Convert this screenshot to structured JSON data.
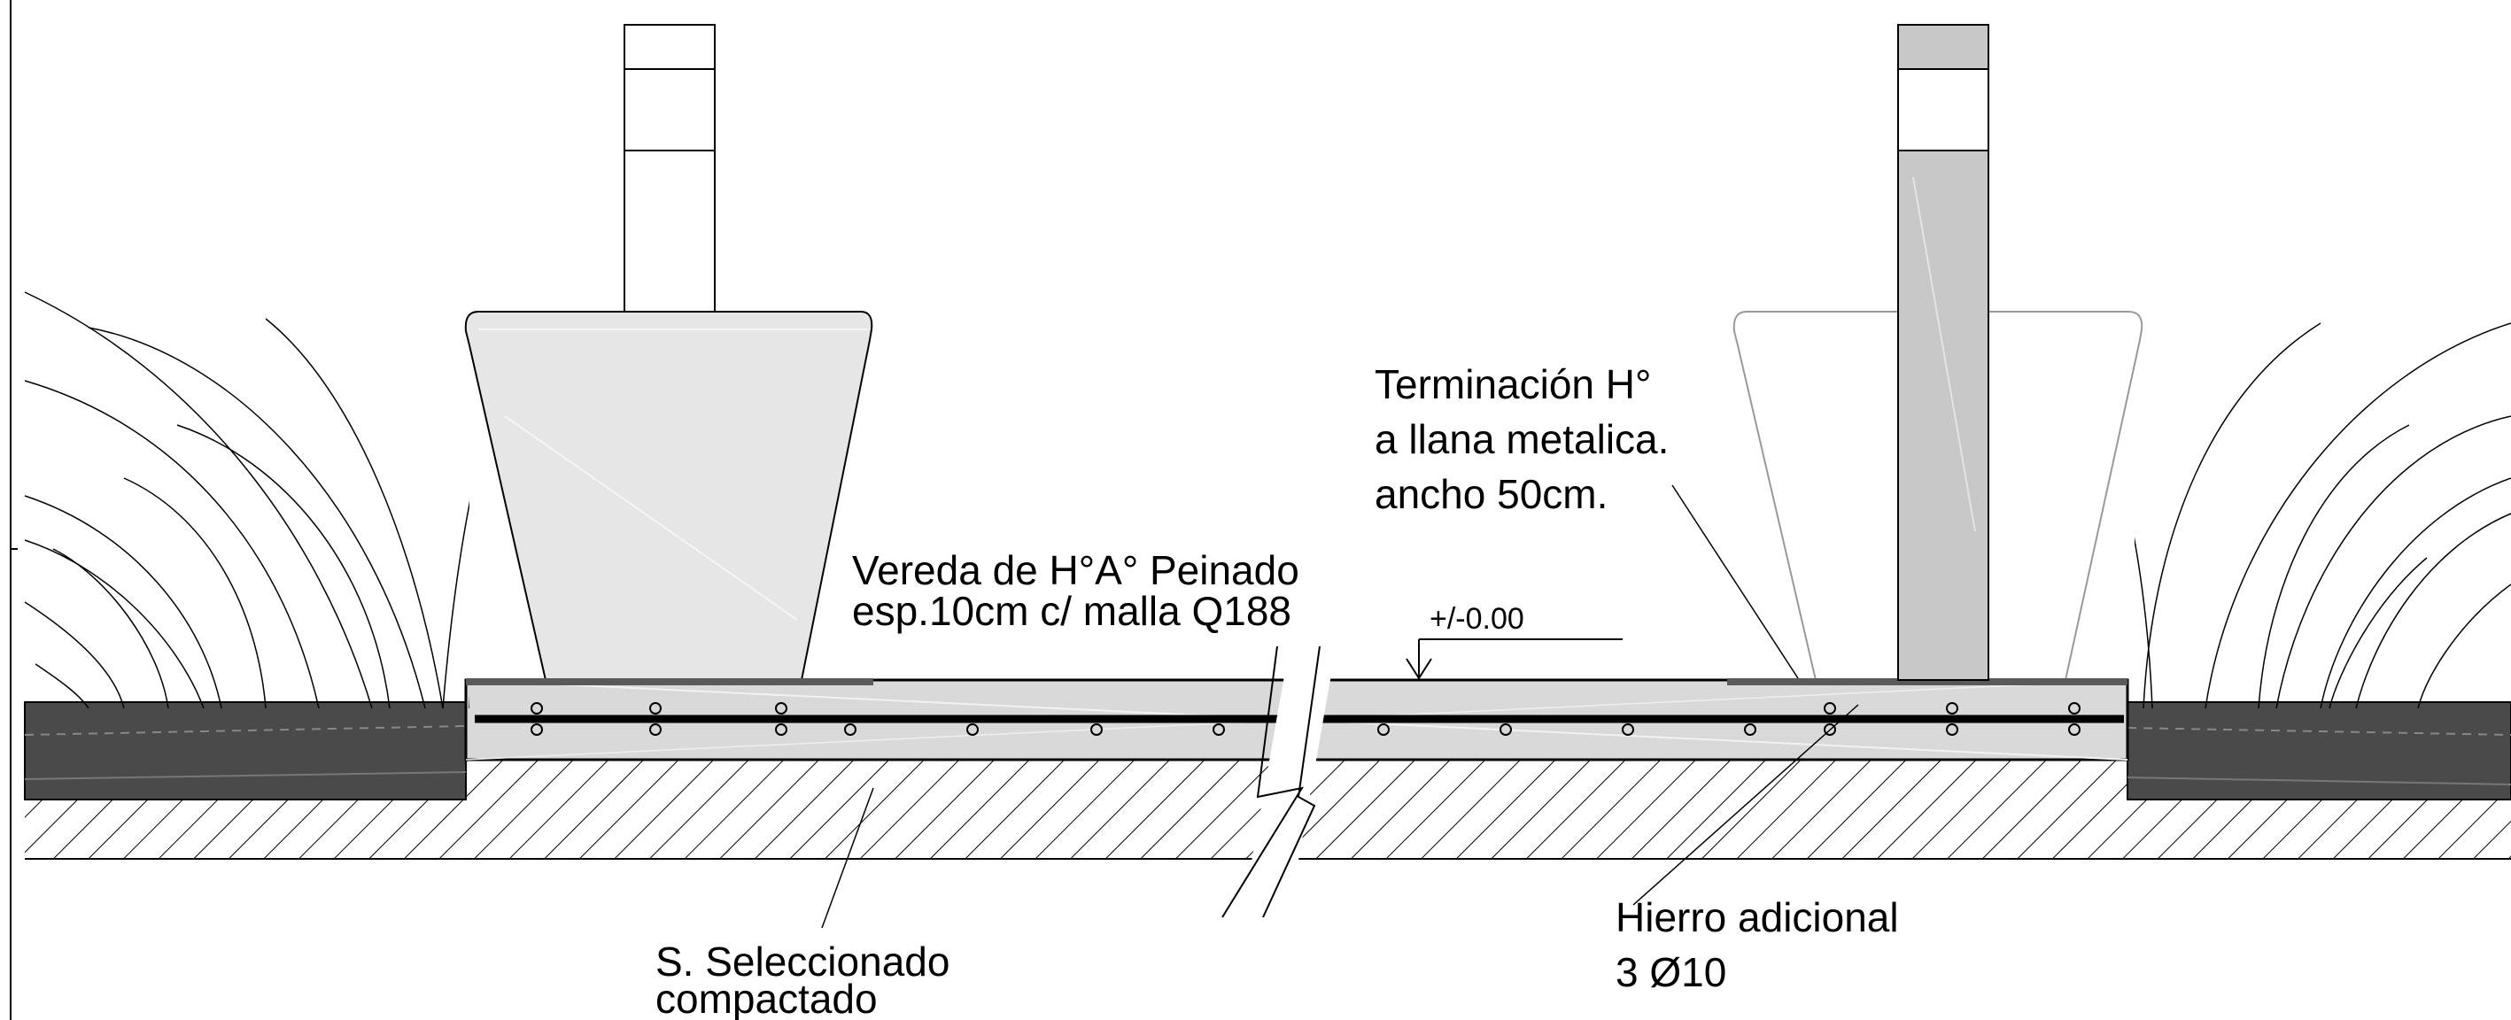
{
  "labels": {
    "terminacion": [
      "Terminación H°",
      "a llana metalica.",
      "ancho 50cm."
    ],
    "vereda": [
      "Vereda de H°A° Peinado",
      "esp.10cm c/ malla Q188"
    ],
    "level": "+/-0.00",
    "hierro": [
      "Hierro adicional",
      "3 Ø10"
    ],
    "suelo": [
      "S. Seleccionado",
      "compactado"
    ]
  },
  "colors": {
    "line": "#000000",
    "slab_fill": "#d9d9d9",
    "planter_fill": "#e6e6e6",
    "post_fill": "#c8c8c8",
    "curb_fill": "#4a4a4a",
    "mesh": "#000000"
  }
}
